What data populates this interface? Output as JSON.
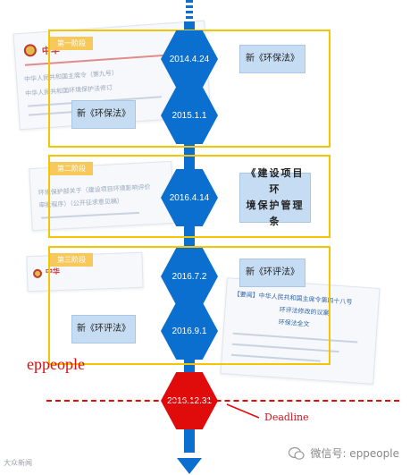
{
  "sections": [
    {
      "label": "第一阶段"
    },
    {
      "label": "第二阶段"
    },
    {
      "label": "第三阶段"
    }
  ],
  "nodes": [
    {
      "date": "2014.4.24"
    },
    {
      "date": "2015.1.1"
    },
    {
      "date": "2016.4.14"
    },
    {
      "date": "2016.7.2"
    },
    {
      "date": "2016.9.1"
    },
    {
      "date": "2016.12.31"
    }
  ],
  "laws": [
    {
      "text": "新《环保法》"
    },
    {
      "text": "新《环保法》"
    },
    {
      "text_line1": "《建设项目环",
      "text_line2": "境保护管理条"
    },
    {
      "text": "新《环评法》"
    },
    {
      "text": "新《环评法》"
    }
  ],
  "deadline_label": "Deadline",
  "overlay_text": "eppeople",
  "wechat_label": "微信号: eppeople",
  "bottom_left_brand": "大众新闻",
  "docs": {
    "doc1_head": "中华",
    "doc1_lines": [
      "中华人民共和国主席令（第九号）",
      "中华人民共和国环境保护法修订"
    ],
    "doc2_lines": [
      "环境保护部关于（建设项目环境影响评价",
      "审批程序）（公开征求意见稿）"
    ],
    "doc3_head": "中华",
    "doc4_lines": [
      "【要闻】中华人民共和国主席令第四十八号",
      "环评法修改的议案",
      "环保法全文"
    ]
  },
  "colors": {
    "arrow": "#0a6fce",
    "hex_blue": "#0a6fce",
    "hex_red": "#e00b0b",
    "section_border": "#f2c600",
    "law_box": "#c5dcf3",
    "deadline": "#e00b0b"
  }
}
